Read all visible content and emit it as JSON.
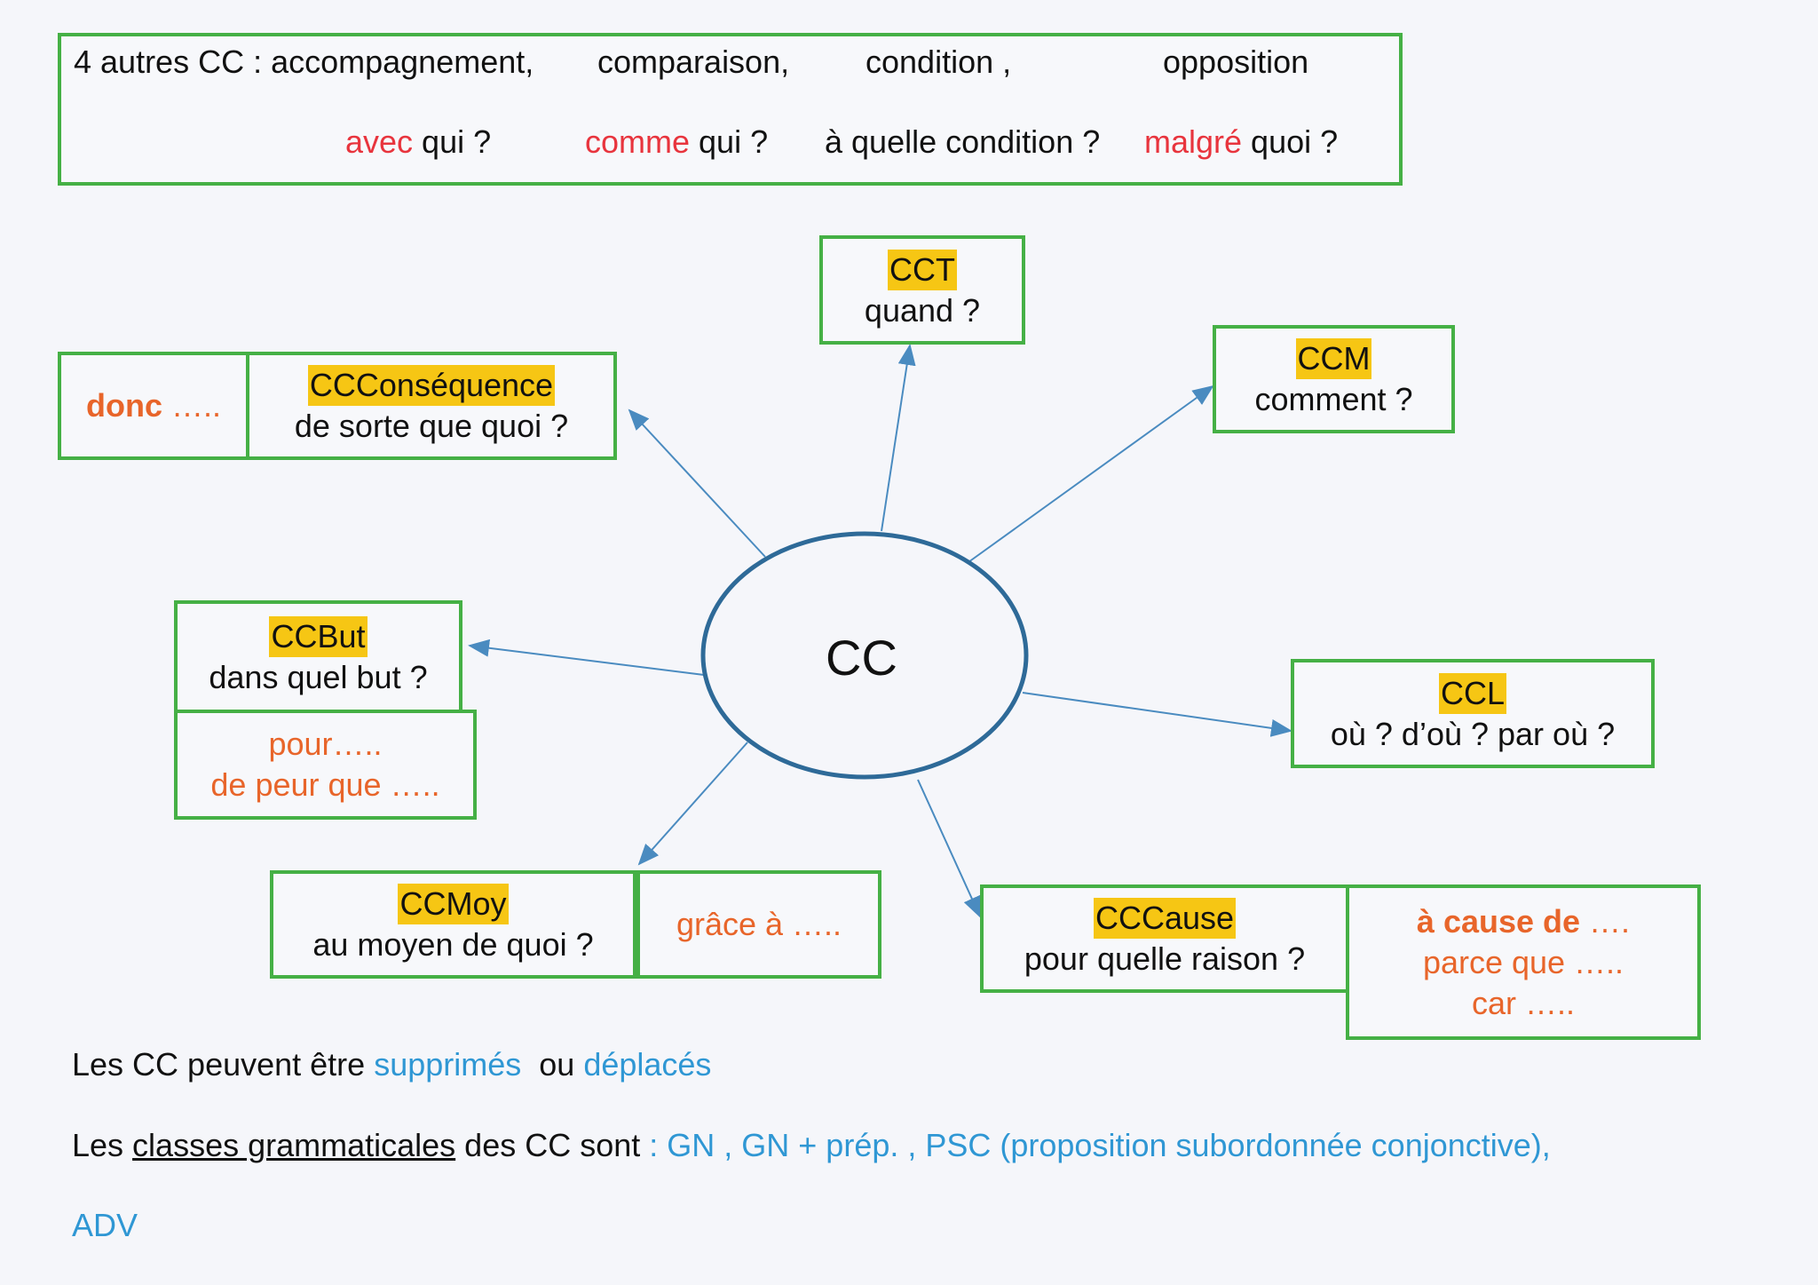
{
  "top_box": {
    "line1": [
      "4 autres CC : accompagnement,",
      "comparaison,",
      "condition ,",
      "opposition"
    ],
    "q1_kw": "avec",
    "q1_rest": " qui ?",
    "q2_kw": "comme",
    "q2_rest": " qui ?",
    "q3": "à quelle condition ?",
    "q4_kw": "malgré",
    "q4_rest": " quoi ?"
  },
  "center": "CC",
  "nodes": {
    "cct": {
      "title": "CCT",
      "question": "quand ?"
    },
    "ccm": {
      "title": "CCM",
      "question": "comment ?"
    },
    "ccconsequence": {
      "title": "CCConséquence",
      "question": "de sorte que quoi ?",
      "example_kw": "donc",
      "example_dots": " ….."
    },
    "ccbut": {
      "title": "CCBut",
      "question": "dans quel but ?",
      "examples": [
        "pour…..",
        "de peur que ….."
      ]
    },
    "ccl": {
      "title": "CCL",
      "question": "où ? d’où ? par où ?"
    },
    "ccmoy": {
      "title": "CCMoy",
      "question": "au moyen de quoi ?",
      "example": "grâce à ….."
    },
    "cccause": {
      "title": "CCCause",
      "question": "pour quelle raison ?",
      "example1_kw": "à cause de",
      "example1_dots": " ….",
      "example2": "parce que …..",
      "example3": "car ….."
    }
  },
  "footer": {
    "line1_prefix": "Les CC peuvent être ",
    "line1_kw1": "supprimés",
    "line1_mid": "  ou ",
    "line1_kw2": "déplacés",
    "line2_prefix": "Les ",
    "line2_underlined": "classes grammaticales",
    "line2_mid": " des CC sont ",
    "line2_classes": ": GN , GN + prép. , PSC (proposition subordonnée conjonctive),",
    "line3": "ADV"
  },
  "colors": {
    "border": "#45b045",
    "highlight": "#f6c614",
    "orange": "#e8652a",
    "red": "#e8343d",
    "blue": "#2f97d4",
    "ellipse": "#2e6a98"
  }
}
